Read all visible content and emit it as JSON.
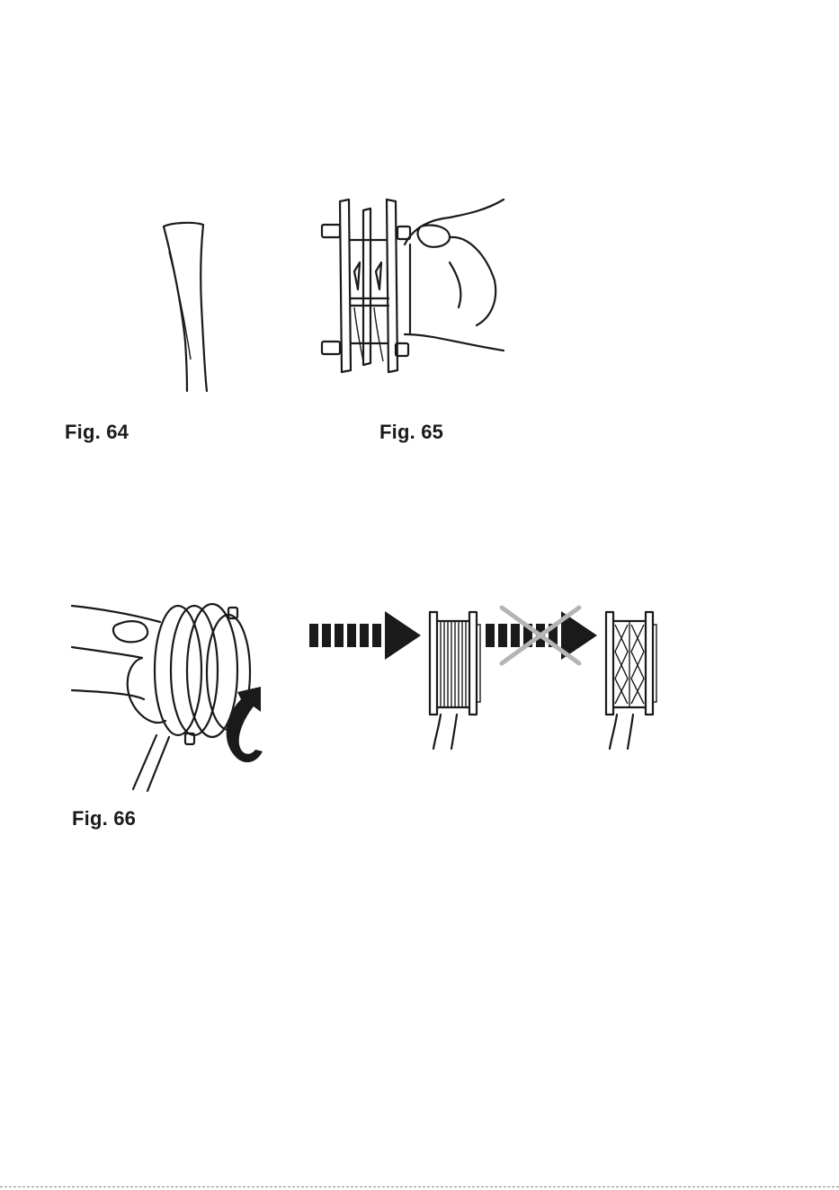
{
  "figures": {
    "fig64": {
      "label": "Fig. 64",
      "icon": "trimmer-line-end-icon"
    },
    "fig65": {
      "label": "Fig. 65",
      "icon": "spool-in-hand-icon"
    },
    "fig66": {
      "label": "Fig. 66",
      "icon": "spool-rotate-icon"
    },
    "winding": {
      "correct_icon": "even-winding-spool-icon",
      "incorrect_icon": "crossed-winding-spool-icon"
    }
  },
  "colors": {
    "ink": "#1a1a1a",
    "cross": "#b5b5b5"
  }
}
